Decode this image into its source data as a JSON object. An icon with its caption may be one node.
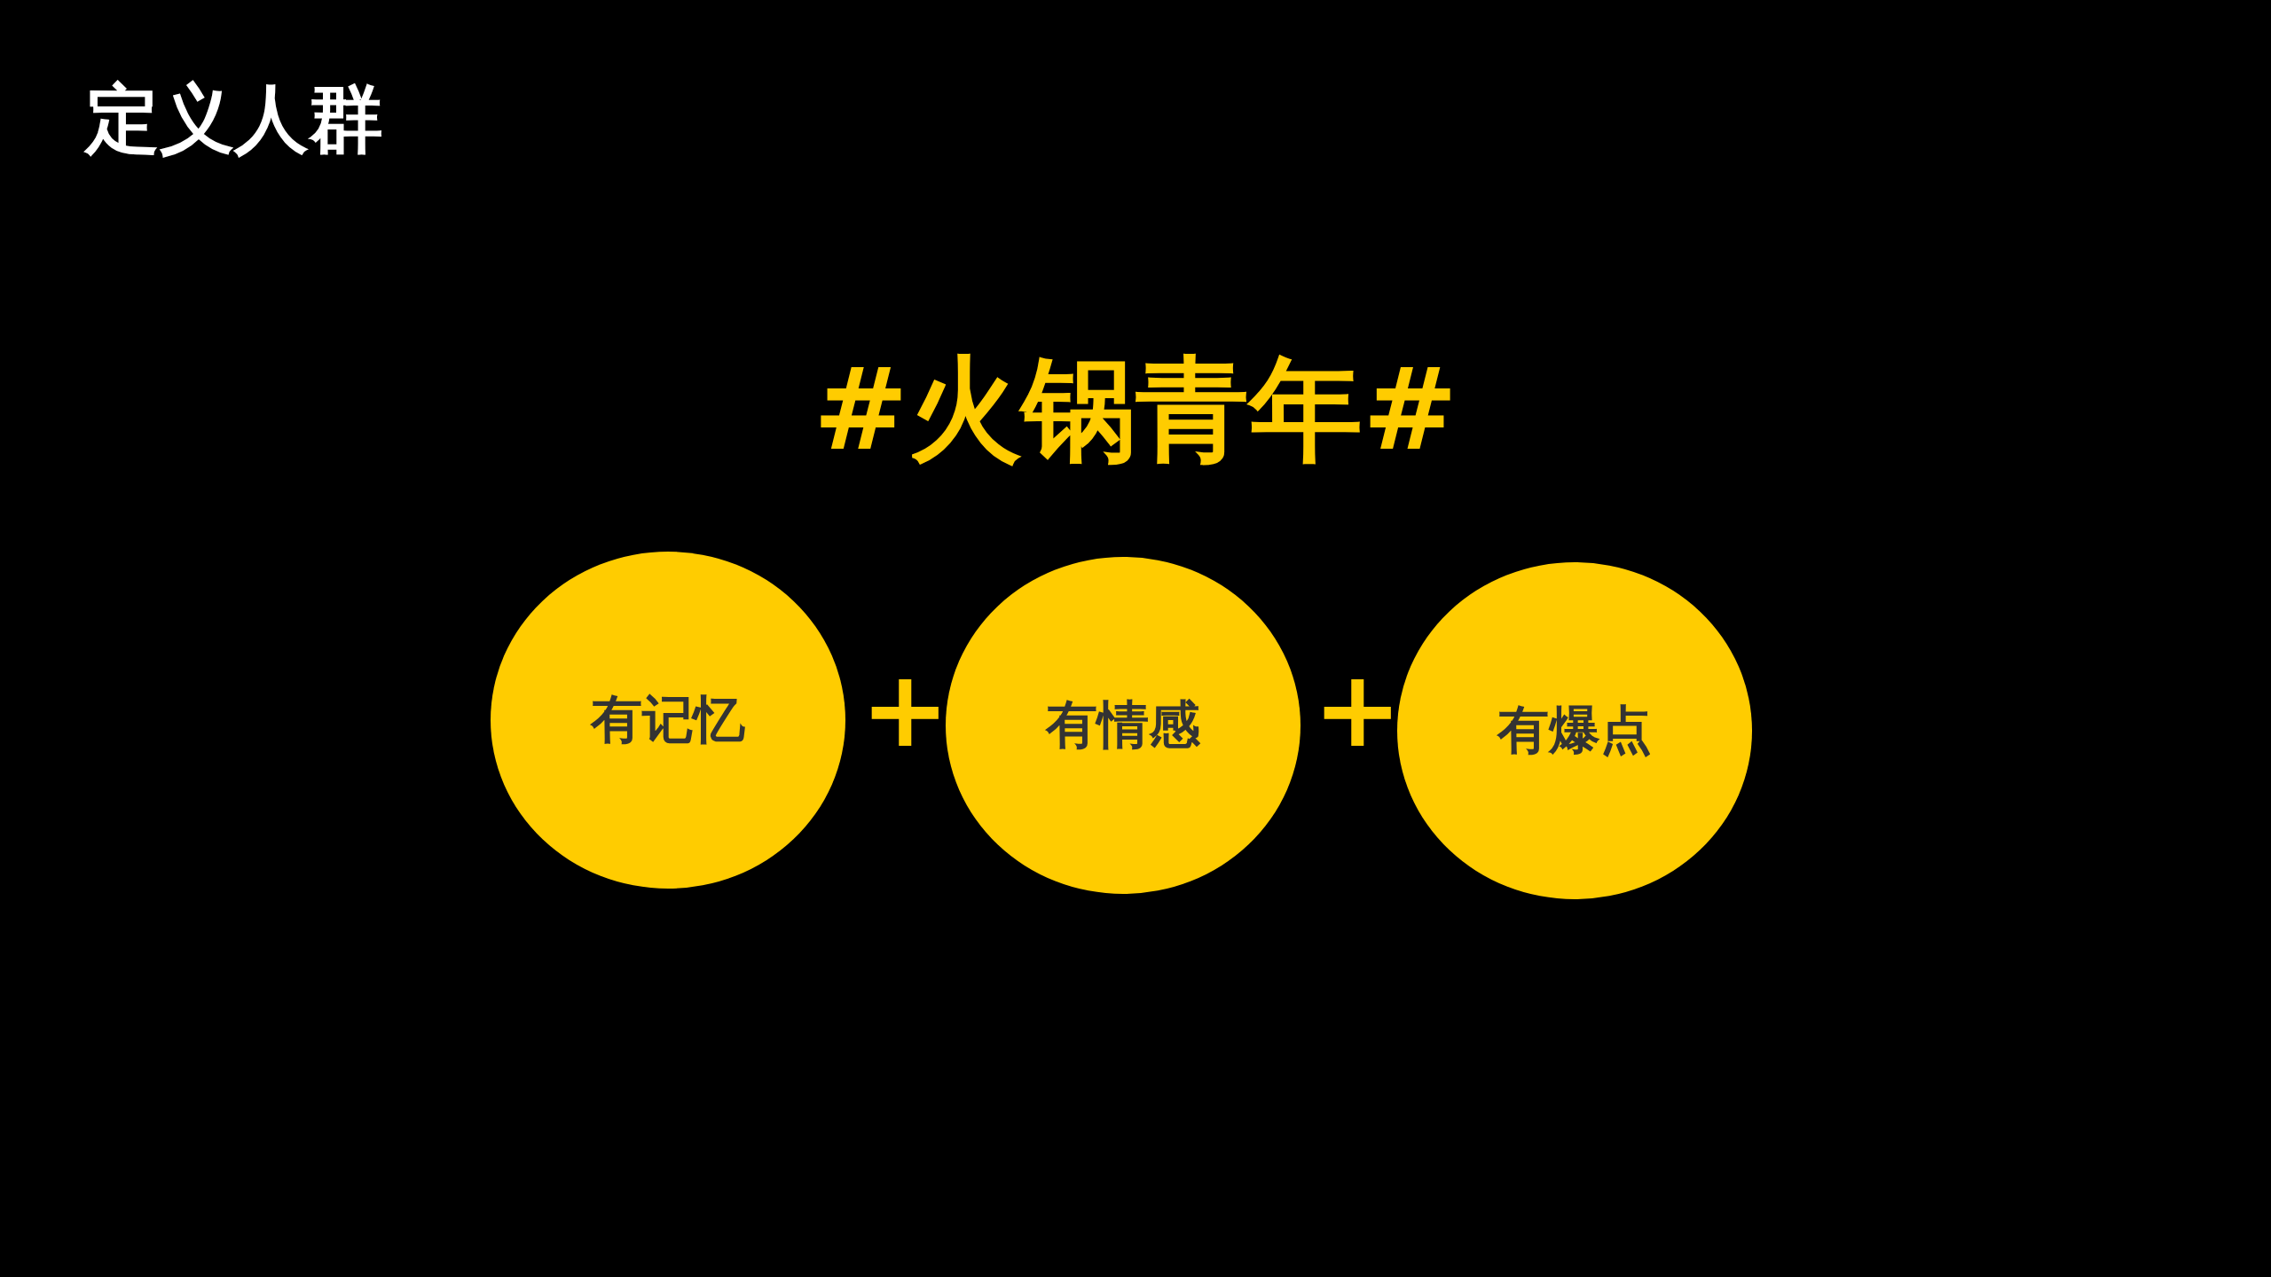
{
  "diagram": {
    "title": "定义人群",
    "nodes": [
      {
        "text": [
          "有记忆"
        ]
      },
      {
        "text": [
          "有情感"
        ]
      },
      {
        "text": [
          "有爆点"
        ]
      }
    ],
    "labels": [
      "#火锅青年#",
      "+",
      "+"
    ]
  }
}
